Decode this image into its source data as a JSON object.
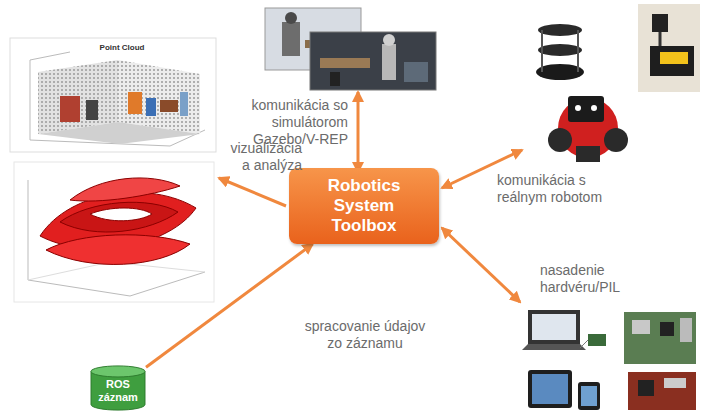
{
  "diagram": {
    "nodes": [
      {
        "text": [
          "Robotics System Toolbox"
        ]
      },
      {
        "text": [
          "ROS záznam"
        ]
      }
    ],
    "edges": [
      {
        "from": 1,
        "to": 0,
        "arrow": "to",
        "label": "spracovanie údajov zo záznamu"
      }
    ],
    "labels": [
      "Point Cloud",
      "komunikácia so simulátorom Gazebo/V-REP",
      "vizualizácia a analýza",
      "komunikácia s reálnym robotom",
      "nasadenie hardvéru/PIL"
    ]
  }
}
